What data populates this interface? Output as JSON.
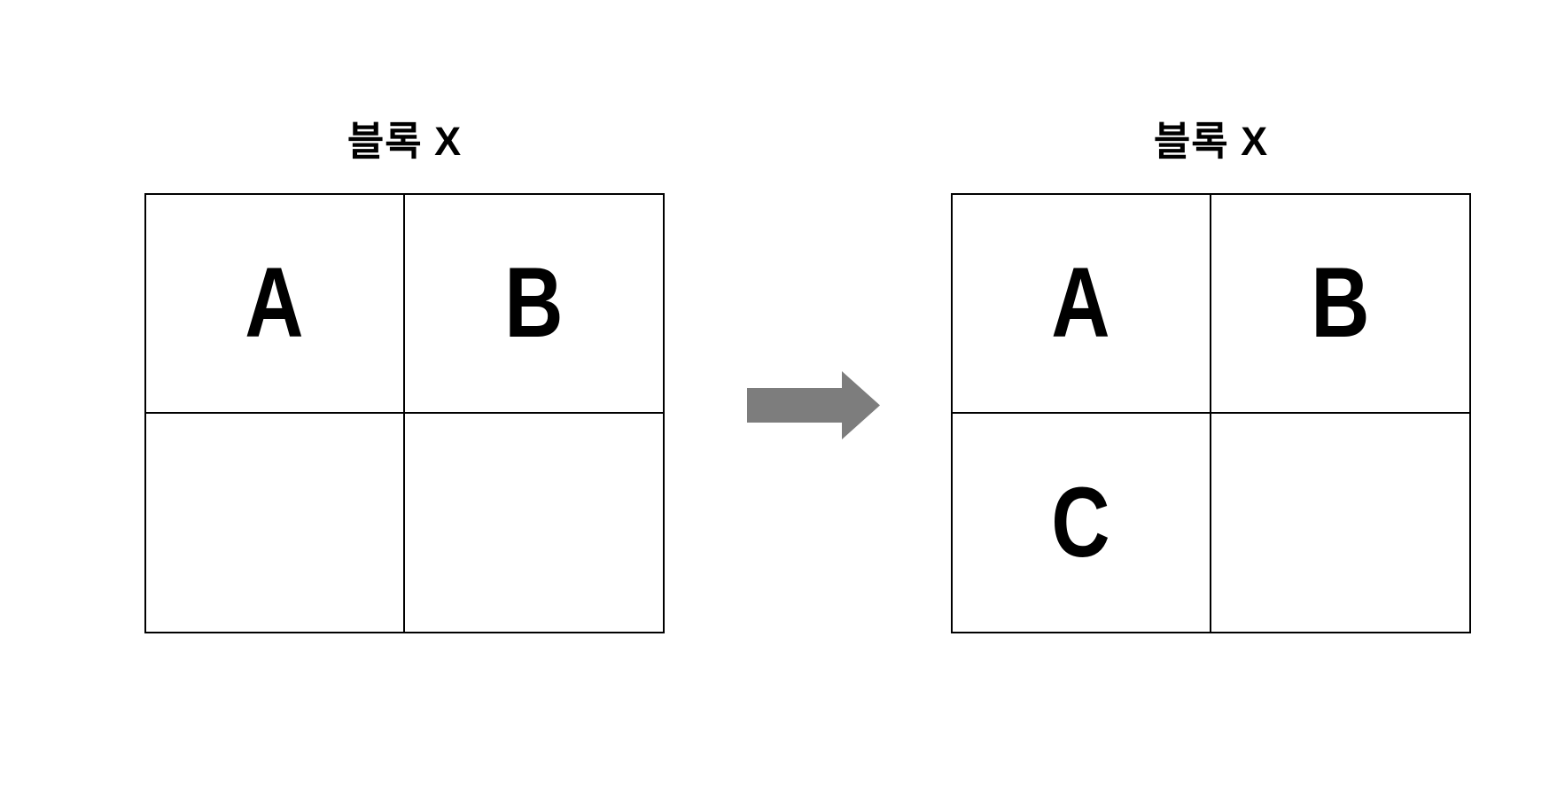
{
  "colors": {
    "background": "#ffffff",
    "grid_line": "#000000",
    "letter": "#000000",
    "arrow": "#7d7d7d"
  },
  "panels": [
    {
      "title": "블록 X",
      "grid": {
        "rows": 2,
        "cols": 2,
        "cells": [
          [
            "A",
            "B"
          ],
          [
            "",
            ""
          ]
        ]
      }
    },
    {
      "title": "블록 X",
      "grid": {
        "rows": 2,
        "cols": 2,
        "cells": [
          [
            "A",
            "B"
          ],
          [
            "C",
            ""
          ]
        ]
      }
    }
  ],
  "arrow": {
    "direction": "right",
    "color": "#7d7d7d"
  }
}
